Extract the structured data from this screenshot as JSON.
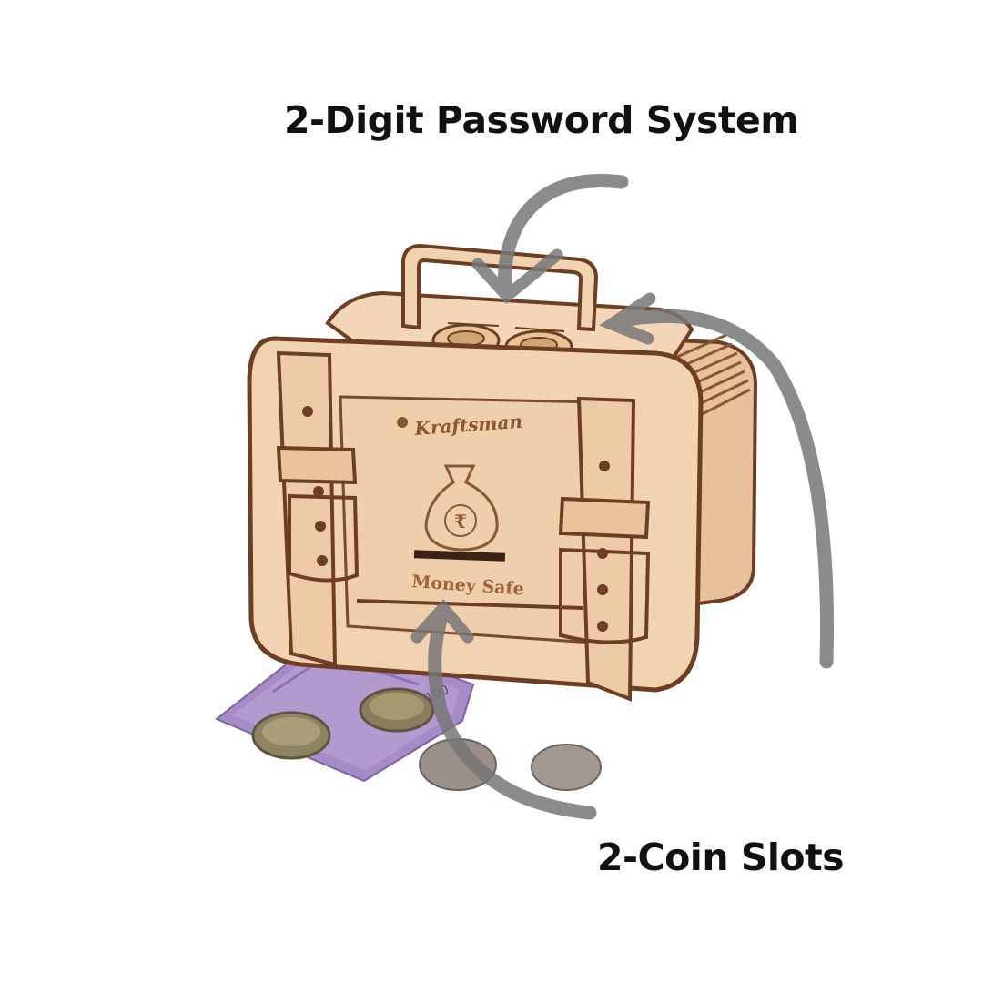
{
  "captions": {
    "password": "2-Digit Password System",
    "coin_slots": "2-Coin Slots"
  },
  "product": {
    "brand": "Kraftsman",
    "front_label": "Money Safe",
    "currency_symbol": "₹",
    "banknote_value": "100"
  },
  "colors": {
    "wood": "#efcfae",
    "wood_dark": "#7a4a2c",
    "arrow": "#777777",
    "banknote": "#a88cc6"
  }
}
